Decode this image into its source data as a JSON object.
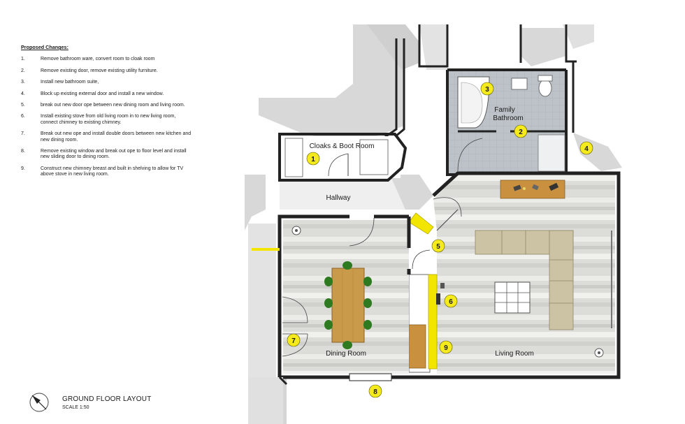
{
  "notes": {
    "title": "Proposed Changes:",
    "items": [
      {
        "num": "1.",
        "text": "Remove bathroom ware, convert room to cloak room"
      },
      {
        "num": "2.",
        "text": "Remove existing door, remove existing utility furniture."
      },
      {
        "num": "3.",
        "text": "Install new bathroom suite,"
      },
      {
        "num": "4.",
        "text": "Block up existing external door and install a new window."
      },
      {
        "num": "5.",
        "text": "break out new door ope between new dining room and living room."
      },
      {
        "num": "6.",
        "text": "Install existing stove from old living room in to new living room, connect chimney to existing chimney."
      },
      {
        "num": "7.",
        "text": "Break out new ope and install double doors between new kitchen and new dining room."
      },
      {
        "num": "8.",
        "text": "Remove existing window and break out ope to floor level and install new sliding door to dining room."
      },
      {
        "num": "9.",
        "text": "Construct new chimney breast and built in shelving to allow for TV above stove in new living room."
      }
    ]
  },
  "rooms": {
    "cloaks": "Cloaks & Boot Room",
    "bathroom_line1": "Family",
    "bathroom_line2": "Bathroom",
    "hallway": "Hallway",
    "dining": "Dining Room",
    "living": "Living Room"
  },
  "markers": [
    "1",
    "2",
    "3",
    "4",
    "5",
    "6",
    "7",
    "8",
    "9"
  ],
  "footer": {
    "title": "GROUND FLOOR LAYOUT",
    "scale": "SCALE 1:50"
  },
  "colors": {
    "marker_fill": "#f4ea1c",
    "new_wall": "#f2e600",
    "wall": "#222222",
    "shadow": "#d6d6d6",
    "tile": "#b9bfc4",
    "wood_floor": "#d8d8d5",
    "table": "#c99a4a",
    "sofa": "#c9c2a4",
    "plants": "#2d7a21"
  }
}
